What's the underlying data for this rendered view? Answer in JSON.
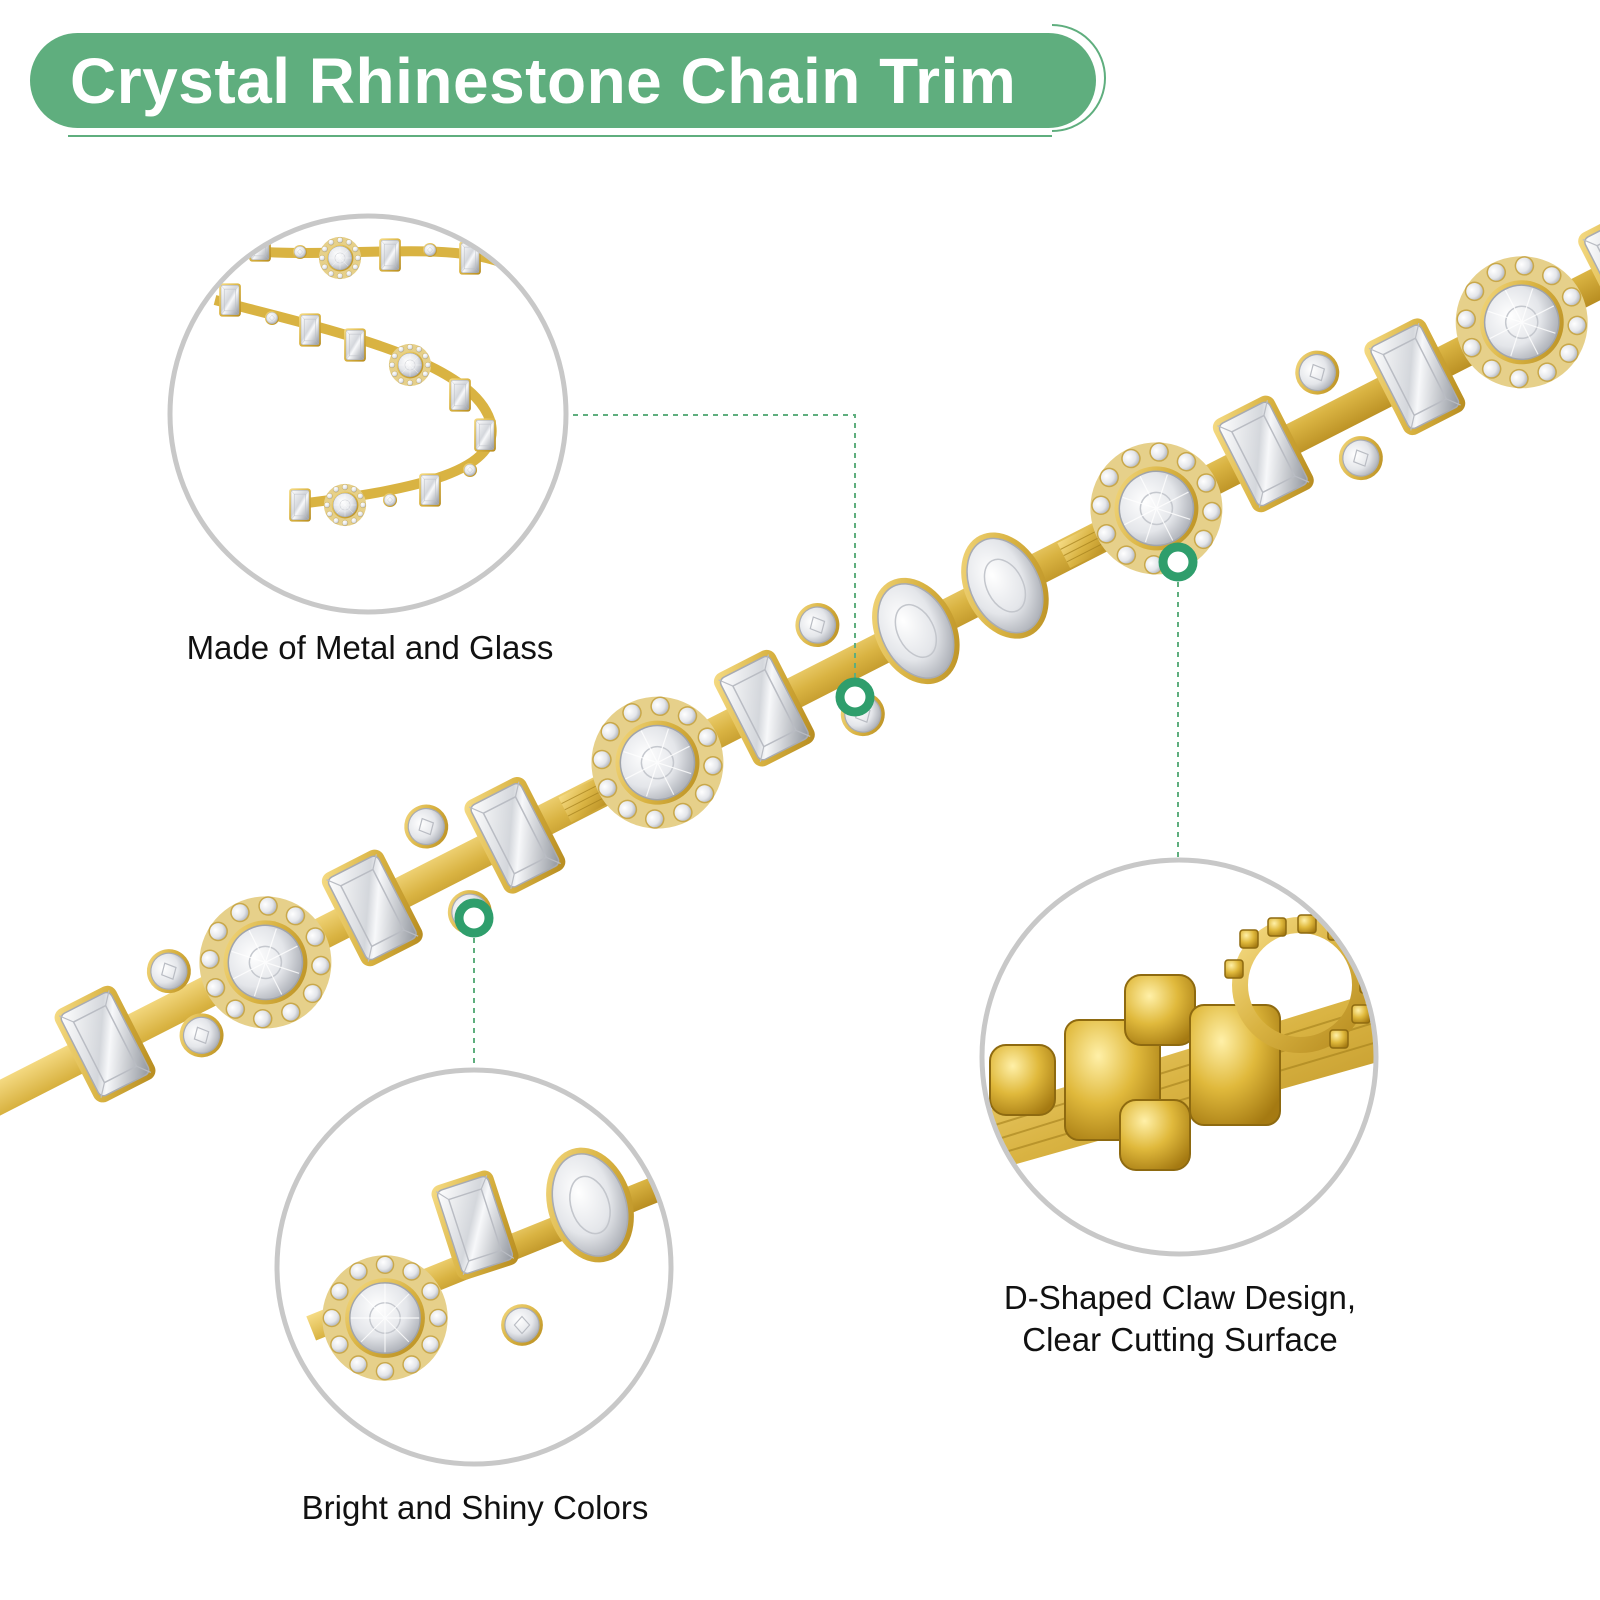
{
  "title": "Crystal Rhinestone Chain Trim",
  "accent_color": "#5fae7e",
  "callouts": [
    {
      "id": "metal-glass",
      "caption_lines": [
        "Made of Metal and Glass"
      ],
      "detail": "s-curve-chain-closeup"
    },
    {
      "id": "claw-design",
      "caption_lines": [
        "D-Shaped Claw Design,",
        "Clear Cutting Surface"
      ],
      "detail": "gold-claw-back-closeup"
    },
    {
      "id": "bright-shiny",
      "caption_lines": [
        "Bright and Shiny Colors"
      ],
      "detail": "crystal-front-closeup"
    }
  ]
}
